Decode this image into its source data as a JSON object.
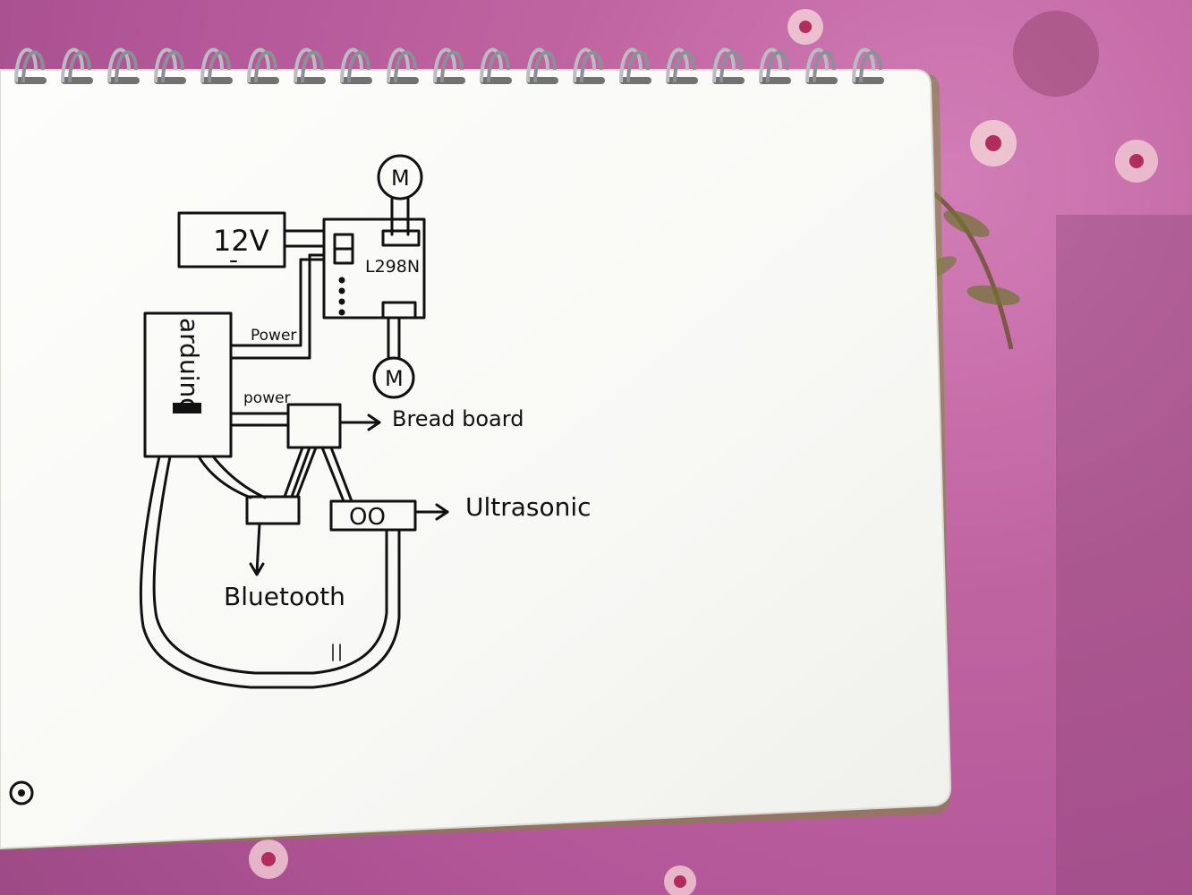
{
  "labels": {
    "battery": "12V",
    "driver": "L298N",
    "motor_top": "M",
    "motor_bottom": "M",
    "arduino": "arduino",
    "power_top": "Power",
    "power_bottom": "power",
    "breadboard": "Bread board",
    "ultrasonic": "Ultrasonic",
    "ultrasonic_eyes": "OO",
    "bluetooth": "Bluetooth"
  },
  "colors": {
    "ink": "#111111",
    "paper": "#fbfbf8",
    "cloth": "#c86fa8",
    "spiral": "#b9bcc1"
  }
}
